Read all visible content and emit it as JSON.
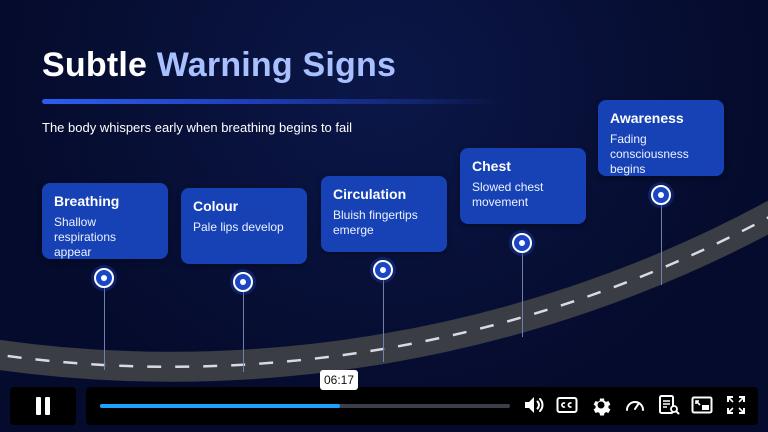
{
  "slide": {
    "title_main": "Subtle",
    "title_accent": "Warning Signs",
    "subtitle": "The body whispers early when breathing begins to fail",
    "steps": [
      {
        "heading": "Breathing",
        "text": "Shallow respirations appear"
      },
      {
        "heading": "Colour",
        "text": "Pale lips develop"
      },
      {
        "heading": "Circulation",
        "text": "Bluish fingertips emerge"
      },
      {
        "heading": "Chest",
        "text": "Slowed chest movement"
      },
      {
        "heading": "Awareness",
        "text": "Fading consciousness begins"
      }
    ]
  },
  "player": {
    "tooltip_time": "06:17",
    "progress_fraction": 0.585,
    "icons": [
      "pause-icon",
      "volume-icon",
      "captions-icon",
      "settings-icon",
      "speed-icon",
      "transcript-icon",
      "picture-in-picture-icon",
      "fullscreen-icon"
    ]
  },
  "colors": {
    "background": "#050b2c",
    "card": "#1642b5",
    "accent_text": "#a9c0ff",
    "progress": "#1ea0ff"
  }
}
